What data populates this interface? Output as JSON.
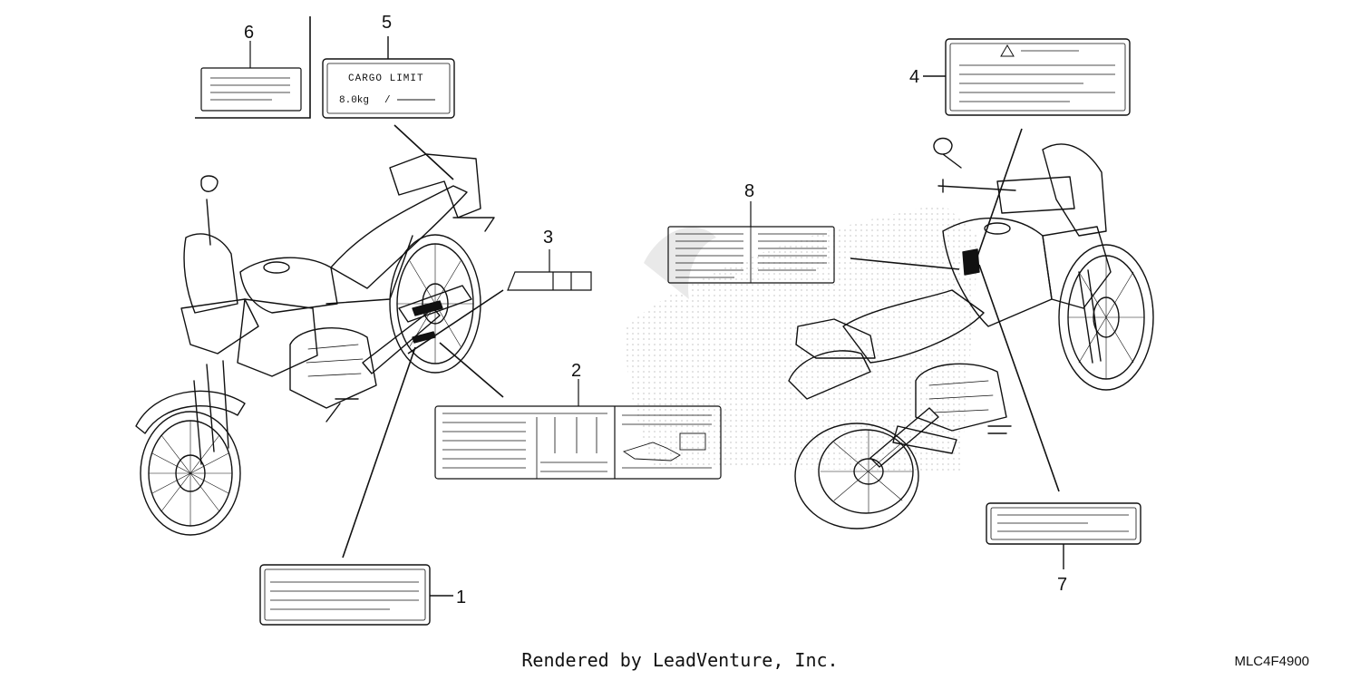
{
  "callouts": {
    "c1": "1",
    "c2": "2",
    "c3": "3",
    "c4": "4",
    "c5": "5",
    "c6": "6",
    "c7": "7",
    "c8": "8"
  },
  "labels": {
    "cargo_title": "CARGO LIMIT",
    "cargo_value": "8.0kg"
  },
  "footer": {
    "rendered_by": "Rendered by LeadVenture, Inc.",
    "diagram_code": "MLC4F4900"
  },
  "colors": {
    "line": "#111111",
    "watermark": "#cfcfcf"
  }
}
